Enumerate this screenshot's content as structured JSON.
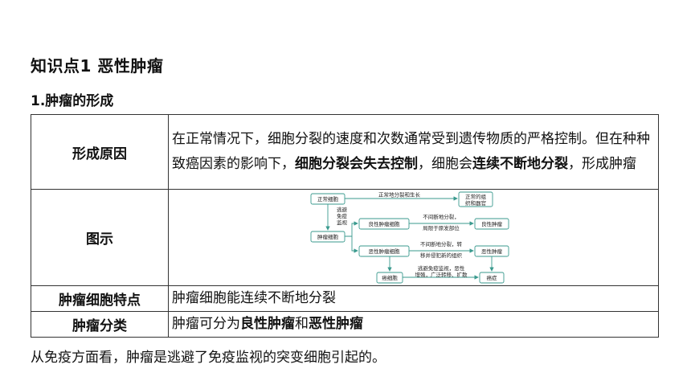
{
  "heading": "知识点1  恶性肿瘤",
  "subheading": "1.肿瘤的形成",
  "table": {
    "row1": {
      "label": "形成原因",
      "text_part1": "在正常情况下，细胞分裂的速度和次数通常受到遗传物质的严格控制。但在种种致癌因素的影响下，",
      "bold1": "细胞分裂会失去控制",
      "text_part2": "，细胞会",
      "bold2": "连续不断地分裂",
      "text_part3": "，形成肿瘤"
    },
    "row2": {
      "label": "图示",
      "diagram": {
        "normal_cell": "正常细胞",
        "normal_growth": "正常地分裂和生长",
        "normal_tissue_line1": "正常的组",
        "normal_tissue_line2": "织和器官",
        "escape_line1": "逃避",
        "escape_line2": "免疫",
        "escape_line3": "监视",
        "tumor_cell": "肿瘤细胞",
        "benign_cell": "良性肿瘤细胞",
        "benign_desc_line1": "不间断地分裂，",
        "benign_desc_line2": "局限于原发部位",
        "benign_tumor": "良性肿瘤",
        "malignant_cell": "恶性肿瘤细胞",
        "malignant_desc_line1": "不间断地分裂，转",
        "malignant_desc_line2": "移并侵犯新的组织",
        "malignant_tumor": "恶性肿瘤",
        "cancer_cell": "癌细胞",
        "cancer_desc_line1": "逃避免疫监视，恶性",
        "cancer_desc_line2": "增殖，广泛转移、扩散",
        "cancer": "癌症"
      }
    },
    "row3": {
      "label": "肿瘤细胞特点",
      "text": "肿瘤细胞能连续不断地分裂"
    },
    "row4": {
      "label": "肿瘤分类",
      "text_part1": "肿瘤可分为",
      "bold1": "良性肿瘤",
      "text_part2": "和",
      "bold2": "恶性肿瘤"
    }
  },
  "footer": "从免疫方面看，肿瘤是逃避了免疫监视的突变细胞引起的。",
  "colors": {
    "diagram_box_border": "#3a9a8e",
    "diagram_arrow": "#3a9a8e",
    "table_border": "#333333"
  }
}
